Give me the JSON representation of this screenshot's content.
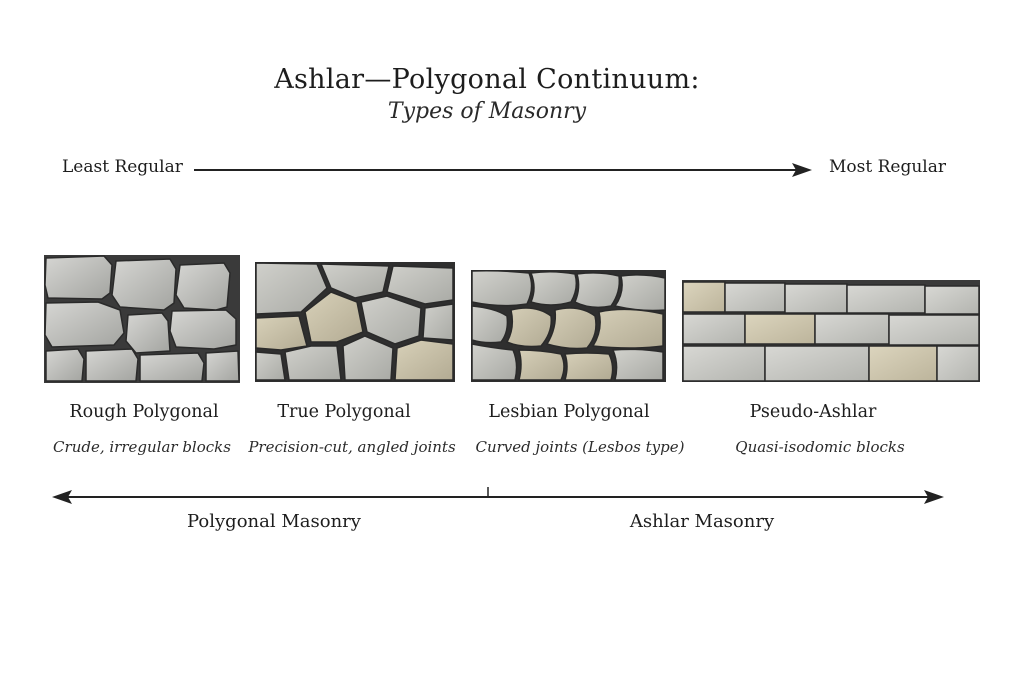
{
  "title": "Ashlar—Polygonal Continuum:",
  "subtitle": "Types of Masonry",
  "scale": {
    "left_label": "Least Regular",
    "right_label": "Most Regular"
  },
  "types": [
    {
      "name": "Rough Polygonal",
      "description": "Crude, irregular blocks"
    },
    {
      "name": "True Polygonal",
      "description": "Precision-cut, angled joints"
    },
    {
      "name": "Lesbian Polygonal",
      "description": "Curved joints (Lesbos type)"
    },
    {
      "name": "Pseudo-Ashlar",
      "description": "Quasi-isodomic blocks"
    }
  ],
  "groups": {
    "left": "Polygonal Masonry",
    "right": "Ashlar Masonry"
  },
  "colors": {
    "stone_gray": "#b9bab6",
    "stone_light": "#d3d3cf",
    "stone_tan": "#c9c1a8",
    "joint": "#2a2a2a",
    "text": "#1d1d1d"
  }
}
